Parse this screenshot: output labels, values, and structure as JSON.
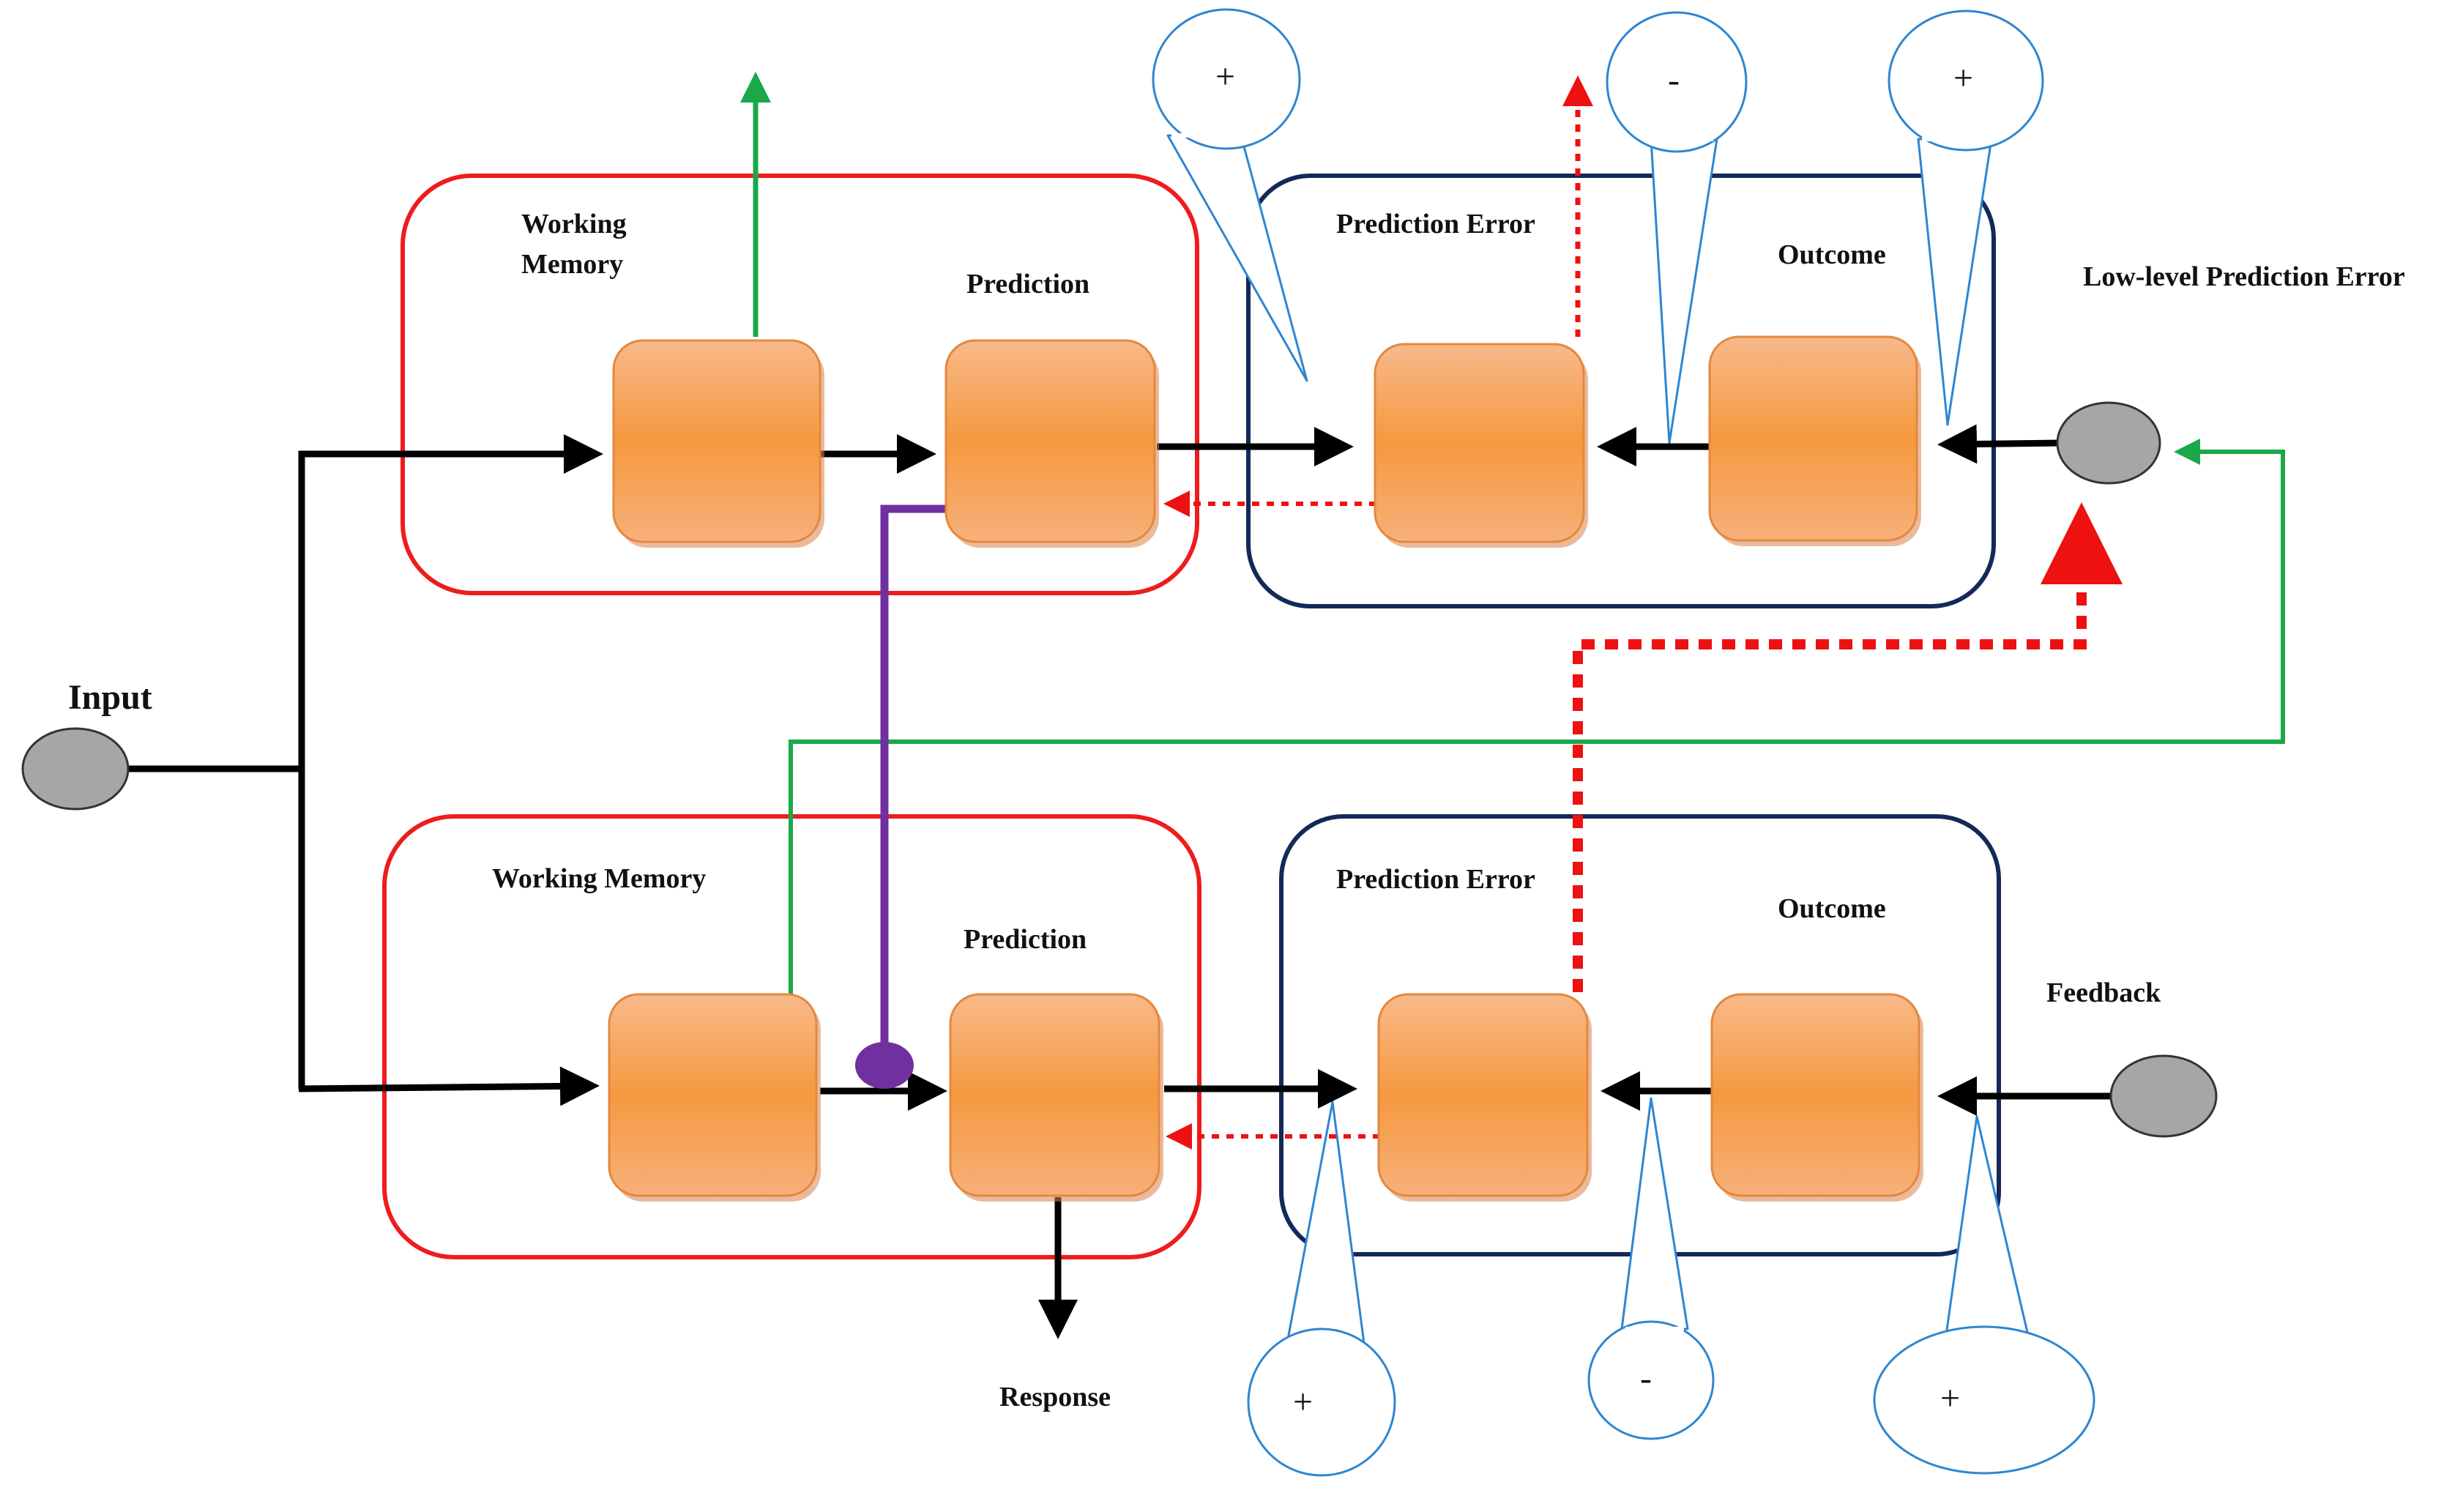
{
  "labels": {
    "input": "Input",
    "top_working_memory_line1": "Working",
    "top_working_memory_line2": "Memory",
    "top_prediction": "Prediction",
    "top_prediction_error": "Prediction Error",
    "top_outcome": "Outcome",
    "low_level_prediction_error": "Low-level Prediction Error",
    "bottom_working_memory": "Working Memory",
    "bottom_prediction": "Prediction",
    "bottom_prediction_error": "Prediction Error",
    "bottom_outcome": "Outcome",
    "feedback": "Feedback",
    "response": "Response"
  },
  "callouts": {
    "top_left_plus": "+",
    "top_minus": "-",
    "top_right_plus": "+",
    "bottom_left_plus": "+",
    "bottom_minus": "-",
    "bottom_right_plus": "+"
  },
  "colors": {
    "memory_frame": "#ee1c1c",
    "error_frame": "#14285a",
    "unit_fill": "#f5a05a",
    "node_fill": "#a6a6a6",
    "green_arrow": "#1aa84a",
    "red_dotted": "#ee1111",
    "purple_link": "#7030a0",
    "callout_stroke": "#2e86d1"
  }
}
